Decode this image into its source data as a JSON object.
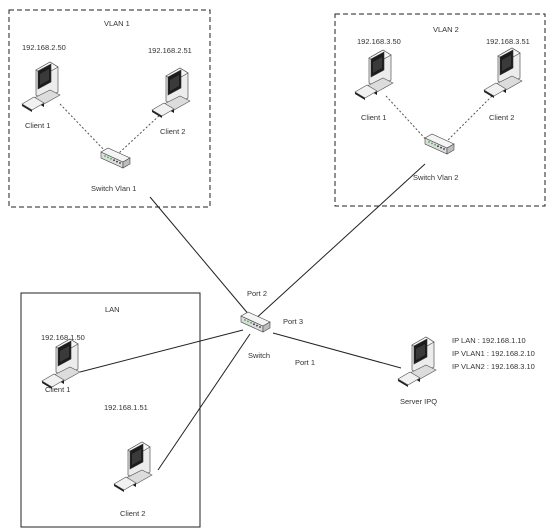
{
  "vlan1": {
    "title": "VLAN 1",
    "client1_ip": "192.168.2.50",
    "client2_ip": "192.168.2.51",
    "client1_label": "Client 1",
    "client2_label": "Client 2",
    "switch_label": "Switch Vlan 1"
  },
  "vlan2": {
    "title": "VLAN 2",
    "client1_ip": "192.168.3.50",
    "client2_ip": "192.168.3.51",
    "client1_label": "Client 1",
    "client2_label": "Client 2",
    "switch_label": "Switch Vlan 2"
  },
  "lan": {
    "title": "LAN",
    "client1_ip": "192.168.1.50",
    "client2_ip": "192.168.1.51",
    "client1_label": "Client 1",
    "client2_label": "Client 2"
  },
  "main_switch": {
    "label": "Switch",
    "port1": "Port 1",
    "port2": "Port 2",
    "port3": "Port 3"
  },
  "server": {
    "label": "Server IPQ",
    "ip_lan": "IP LAN : 192.168.1.10",
    "ip_vlan1": "IP VLAN1 : 192.168.2.10",
    "ip_vlan2": "IP VLAN2 : 192.168.3.10"
  },
  "colors": {
    "line": "#222222",
    "screen": "#1c1c1c",
    "case": "#e9e9e9",
    "led_green": "#39b54a"
  }
}
